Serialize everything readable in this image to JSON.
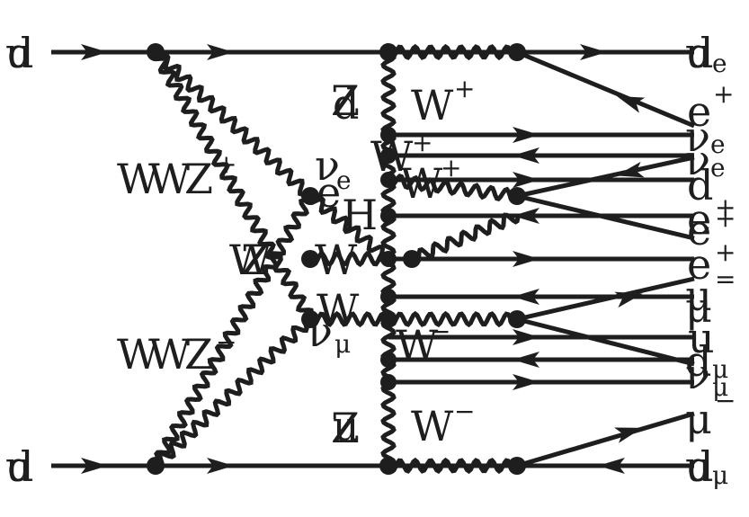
{
  "colors": {
    "line": "#1e1e1e",
    "background": "#ffffff"
  },
  "labels": {
    "in_top_a": "u",
    "in_top_b": "d",
    "in_bot_a": "u",
    "in_bot_b": "d",
    "left_boson_top_a": "W",
    "left_boson_top_b": "W",
    "left_boson_top_c": "Z",
    "left_boson_top_sup": "+",
    "left_boson_mid_a": "W",
    "left_boson_mid_b": "Z",
    "left_boson_bot_a": "W",
    "left_boson_bot_b": "W",
    "left_boson_bot_c": "Z",
    "left_boson_bot_sup": "−",
    "nu_e": "ν",
    "nu_e_sub": "e",
    "e_mid": "e",
    "w_center": "W",
    "w_lower": "W",
    "nu_mu": "ν",
    "nu_mu_sub": "μ",
    "vert_top_a": "Z",
    "vert_top_b": "d",
    "vert_bot_a": "u",
    "vert_bot_b": "Z",
    "w_top_right": "W",
    "w_top_right_sup": "+",
    "w_2": "W",
    "w_2_sup": "+",
    "w_3": "W",
    "w_3_sup": "+",
    "h_label": "H",
    "w_4": "W",
    "w_4_sup": "−",
    "w_bot_right": "W",
    "w_bot_right_sup": "−",
    "out_1a": "u",
    "out_1b": "d",
    "out_1_sub": "e",
    "out_2": "e",
    "out_2_sup": "+",
    "out_3a": "ν",
    "out_3_sub": "e",
    "out_4": "ν",
    "out_4_sub": "e",
    "out_5": "d",
    "out_5_sup": "+",
    "out_6": "e",
    "out_6_sup": "+",
    "out_7": "e",
    "out_7_sup": "+",
    "out_8": "e",
    "out_8_sup": "=",
    "out_9": "μ",
    "out_10": "μ",
    "out_11": "u",
    "out_12": "d",
    "out_12_sub": "μ",
    "out_13": "ν",
    "out_13_sub": "μ",
    "out_14": "μ",
    "out_14_sup": "−",
    "out_15a": "u",
    "out_15b": "d",
    "out_15_sub": "μ"
  }
}
